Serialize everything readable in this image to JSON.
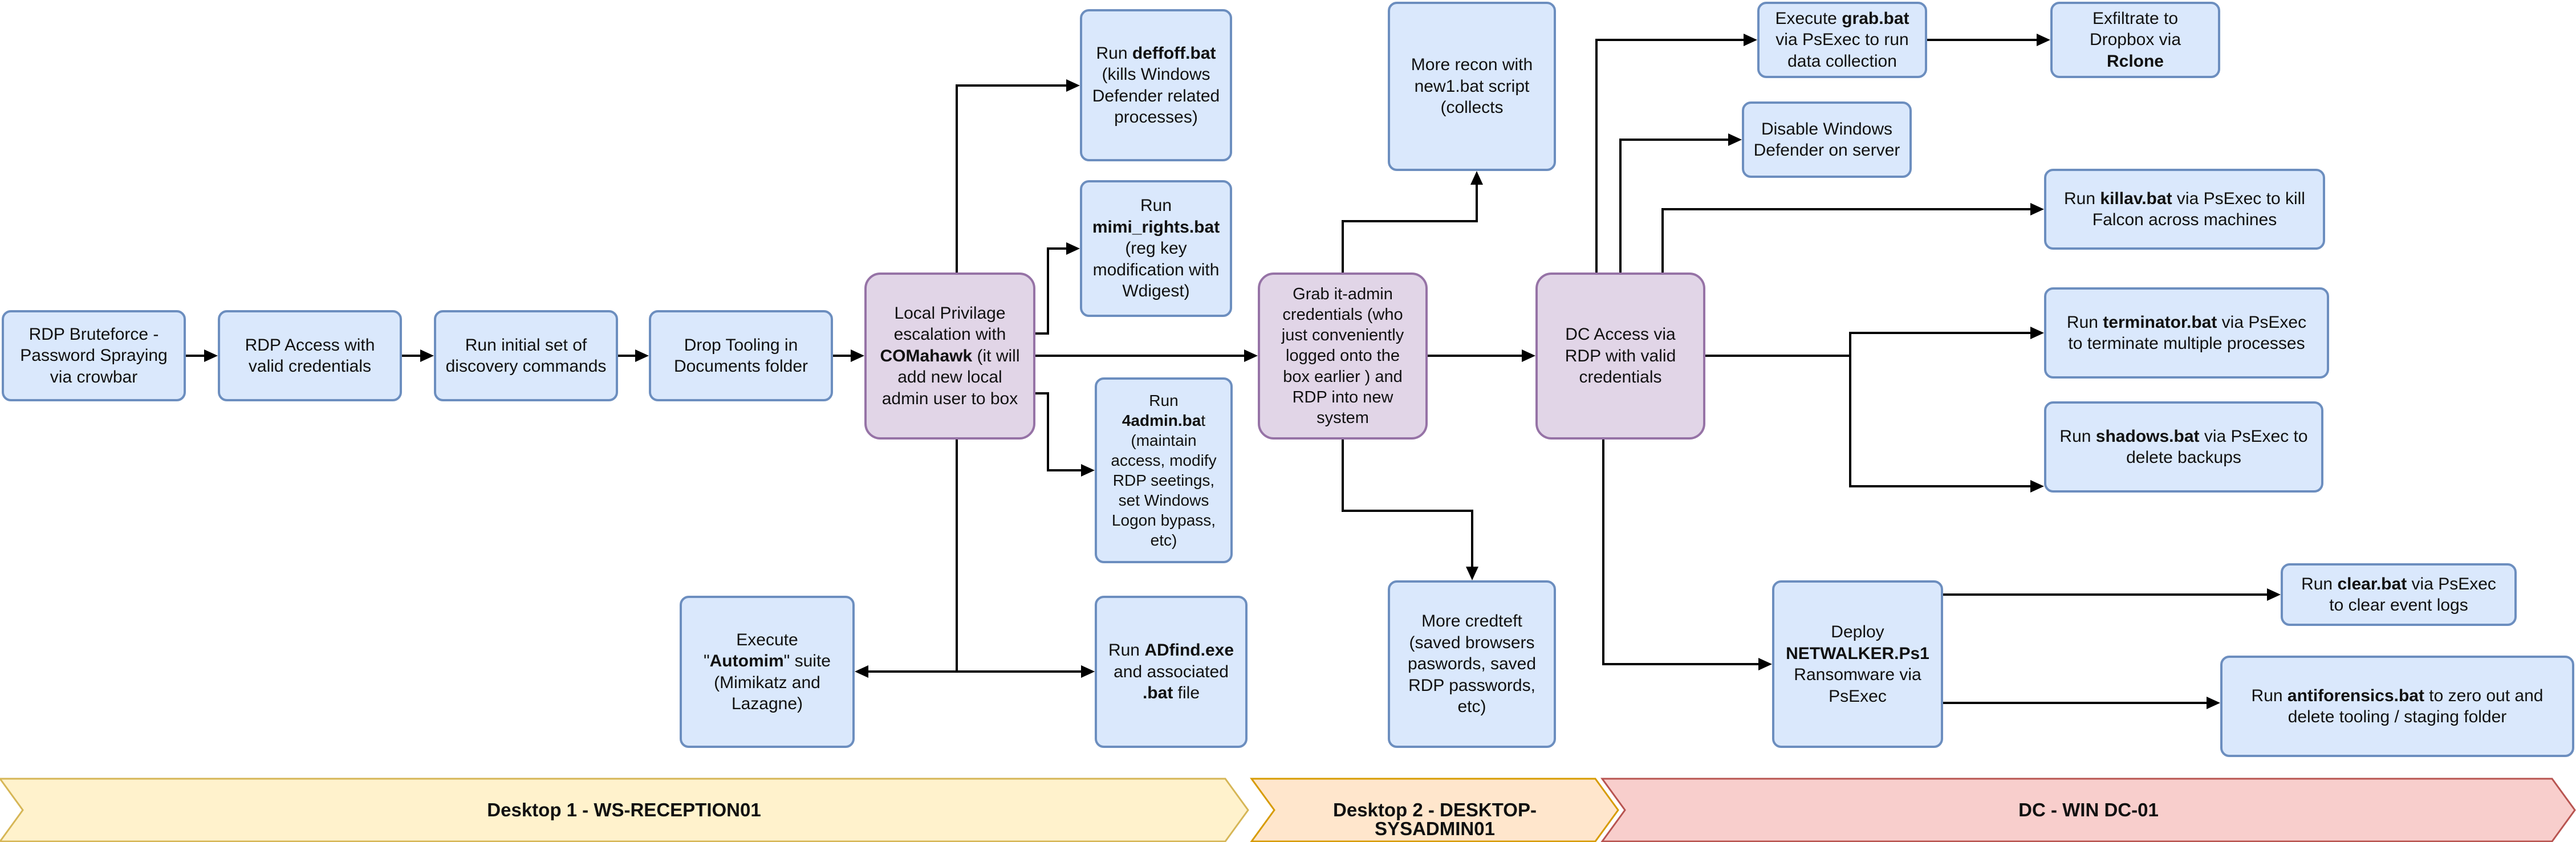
{
  "colors": {
    "process_fill": "#dae8fc",
    "process_stroke": "#6c8ebf",
    "pivot_fill": "#e1d5e7",
    "pivot_stroke": "#9673a6",
    "stage1_fill": "#fff2cc",
    "stage1_stroke": "#d6b656",
    "stage2_fill": "#ffe6cc",
    "stage2_stroke": "#d79b00",
    "stage3_fill": "#f8cecc",
    "stage3_stroke": "#b85450",
    "arrow": "#000000"
  },
  "stages": [
    {
      "id": "desktop1",
      "label": "Desktop 1 - WS-RECEPTION01"
    },
    {
      "id": "desktop2",
      "label": "Desktop 2 - DESKTOP-SYSADMIN01"
    },
    {
      "id": "dc",
      "label": "DC - WIN DC-01"
    }
  ],
  "nodes": [
    {
      "id": "bruteforce",
      "style": "process",
      "lines": [
        [
          {
            "t": "RDP Bruteforce -"
          }
        ],
        [
          {
            "t": "Password Spraying"
          }
        ],
        [
          {
            "t": "via crowbar"
          }
        ]
      ]
    },
    {
      "id": "rdp-access",
      "style": "process",
      "lines": [
        [
          {
            "t": "RDP Access with"
          }
        ],
        [
          {
            "t": "valid credentials"
          }
        ]
      ]
    },
    {
      "id": "discovery",
      "style": "process",
      "lines": [
        [
          {
            "t": "Run initial set of"
          }
        ],
        [
          {
            "t": "discovery commands"
          }
        ]
      ]
    },
    {
      "id": "drop-tooling",
      "style": "process",
      "lines": [
        [
          {
            "t": "Drop Tooling in"
          }
        ],
        [
          {
            "t": "Documents folder"
          }
        ]
      ]
    },
    {
      "id": "privesc",
      "style": "pivot",
      "lines": [
        [
          {
            "t": "Local Privilage"
          }
        ],
        [
          {
            "t": "escalation with"
          }
        ],
        [
          {
            "t": "COMahawk",
            "b": true
          },
          {
            "t": " (it will"
          }
        ],
        [
          {
            "t": "add new local"
          }
        ],
        [
          {
            "t": "admin user to box"
          }
        ]
      ]
    },
    {
      "id": "deffoff",
      "style": "process",
      "lines": [
        [
          {
            "t": "Run "
          },
          {
            "t": "deffoff.bat",
            "b": true
          }
        ],
        [
          {
            "t": "(kills Windows"
          }
        ],
        [
          {
            "t": "Defender related"
          }
        ],
        [
          {
            "t": "processes)"
          }
        ]
      ]
    },
    {
      "id": "mimi-rights",
      "style": "process",
      "lines": [
        [
          {
            "t": "Run"
          }
        ],
        [
          {
            "t": "mimi_rights.bat",
            "b": true
          }
        ],
        [
          {
            "t": "(reg key"
          }
        ],
        [
          {
            "t": "modification with"
          }
        ],
        [
          {
            "t": "Wdigest)"
          }
        ]
      ]
    },
    {
      "id": "4admin",
      "style": "process",
      "lines": [
        [
          {
            "t": "Run"
          }
        ],
        [
          {
            "t": "4admin.ba",
            "b": true
          },
          {
            "t": "t"
          }
        ],
        [
          {
            "t": "(maintain"
          }
        ],
        [
          {
            "t": "access, modify"
          }
        ],
        [
          {
            "t": "RDP seetings,"
          }
        ],
        [
          {
            "t": "set Windows"
          }
        ],
        [
          {
            "t": "Logon bypass,"
          }
        ],
        [
          {
            "t": "etc)"
          }
        ]
      ]
    },
    {
      "id": "adfind",
      "style": "process",
      "lines": [
        [
          {
            "t": "Run "
          },
          {
            "t": "ADfind.exe",
            "b": true
          }
        ],
        [
          {
            "t": "and associated"
          }
        ],
        [
          {
            "t": ".bat",
            "b": true
          },
          {
            "t": " file"
          }
        ]
      ]
    },
    {
      "id": "automim",
      "style": "process",
      "lines": [
        [
          {
            "t": "Execute"
          }
        ],
        [
          {
            "t": "\""
          },
          {
            "t": "Automim",
            "b": true
          },
          {
            "t": "\" suite"
          }
        ],
        [
          {
            "t": "(Mimikatz and"
          }
        ],
        [
          {
            "t": "Lazagne)"
          }
        ]
      ]
    },
    {
      "id": "grab-itadmin",
      "style": "pivot",
      "lines": [
        [
          {
            "t": "Grab it-admin"
          }
        ],
        [
          {
            "t": "credentials (who"
          }
        ],
        [
          {
            "t": "just conveniently"
          }
        ],
        [
          {
            "t": "logged onto the"
          }
        ],
        [
          {
            "t": "box earlier ) and"
          }
        ],
        [
          {
            "t": "RDP into new"
          }
        ],
        [
          {
            "t": "system"
          }
        ]
      ]
    },
    {
      "id": "more-recon",
      "style": "process",
      "lines": [
        [
          {
            "t": "More recon with"
          }
        ],
        [
          {
            "t": "new1.bat script"
          }
        ],
        [
          {
            "t": "(collects"
          }
        ]
      ]
    },
    {
      "id": "more-credtheft",
      "style": "process",
      "lines": [
        [
          {
            "t": "More credteft"
          }
        ],
        [
          {
            "t": "(saved browsers"
          }
        ],
        [
          {
            "t": "paswords, saved"
          }
        ],
        [
          {
            "t": "RDP passwords,"
          }
        ],
        [
          {
            "t": "etc)"
          }
        ]
      ]
    },
    {
      "id": "dc-access",
      "style": "pivot",
      "lines": [
        [
          {
            "t": "DC Access via"
          }
        ],
        [
          {
            "t": "RDP with valid"
          }
        ],
        [
          {
            "t": "credentials"
          }
        ]
      ]
    },
    {
      "id": "grab-bat",
      "style": "process",
      "lines": [
        [
          {
            "t": "Execute "
          },
          {
            "t": "grab.bat",
            "b": true
          }
        ],
        [
          {
            "t": "via PsExec to run"
          }
        ],
        [
          {
            "t": "data collection"
          }
        ]
      ]
    },
    {
      "id": "exfil",
      "style": "process",
      "lines": [
        [
          {
            "t": "Exfiltrate to"
          }
        ],
        [
          {
            "t": "Dropbox via"
          }
        ],
        [
          {
            "t": "Rclone",
            "b": true
          }
        ]
      ]
    },
    {
      "id": "disable-defender",
      "style": "process",
      "lines": [
        [
          {
            "t": "Disable Windows"
          }
        ],
        [
          {
            "t": "Defender on server"
          }
        ]
      ]
    },
    {
      "id": "killav",
      "style": "process",
      "lines": [
        [
          {
            "t": "Run "
          },
          {
            "t": "killav.bat",
            "b": true
          },
          {
            "t": " via PsExec to kill"
          }
        ],
        [
          {
            "t": "Falcon across machines"
          }
        ]
      ]
    },
    {
      "id": "terminator",
      "style": "process",
      "lines": [
        [
          {
            "t": "Run "
          },
          {
            "t": "terminator.bat",
            "b": true
          },
          {
            "t": " via PsExec"
          }
        ],
        [
          {
            "t": "to terminate multiple processes"
          }
        ]
      ]
    },
    {
      "id": "shadows",
      "style": "process",
      "lines": [
        [
          {
            "t": "Run "
          },
          {
            "t": "shadows.bat",
            "b": true
          },
          {
            "t": " via PsExec to"
          }
        ],
        [
          {
            "t": "delete backups"
          }
        ]
      ]
    },
    {
      "id": "netwalker",
      "style": "process",
      "lines": [
        [
          {
            "t": "Deploy"
          }
        ],
        [
          {
            "t": "NETWALKER.Ps1",
            "b": true
          }
        ],
        [
          {
            "t": "Ransomware via"
          }
        ],
        [
          {
            "t": "PsExec"
          }
        ]
      ]
    },
    {
      "id": "clear-bat",
      "style": "process",
      "lines": [
        [
          {
            "t": "Run "
          },
          {
            "t": "clear.bat",
            "b": true
          },
          {
            "t": " via PsExec"
          }
        ],
        [
          {
            "t": "to clear event logs"
          }
        ]
      ]
    },
    {
      "id": "antiforensics",
      "style": "process",
      "lines": [
        [
          {
            "t": "Run "
          },
          {
            "t": "antiforensics.bat",
            "b": true
          },
          {
            "t": " to zero out and"
          }
        ],
        [
          {
            "t": "delete tooling / staging folder"
          }
        ]
      ]
    }
  ],
  "edges": [
    {
      "from": "bruteforce",
      "to": "rdp-access"
    },
    {
      "from": "rdp-access",
      "to": "discovery"
    },
    {
      "from": "discovery",
      "to": "drop-tooling"
    },
    {
      "from": "drop-tooling",
      "to": "privesc"
    },
    {
      "from": "privesc",
      "to": "deffoff"
    },
    {
      "from": "privesc",
      "to": "mimi-rights"
    },
    {
      "from": "privesc",
      "to": "4admin"
    },
    {
      "from": "privesc",
      "to": "adfind"
    },
    {
      "from": "privesc",
      "to": "automim"
    },
    {
      "from": "privesc",
      "to": "grab-itadmin"
    },
    {
      "from": "grab-itadmin",
      "to": "more-recon"
    },
    {
      "from": "grab-itadmin",
      "to": "more-credtheft"
    },
    {
      "from": "grab-itadmin",
      "to": "dc-access"
    },
    {
      "from": "dc-access",
      "to": "grab-bat"
    },
    {
      "from": "grab-bat",
      "to": "exfil"
    },
    {
      "from": "dc-access",
      "to": "disable-defender"
    },
    {
      "from": "dc-access",
      "to": "killav"
    },
    {
      "from": "dc-access",
      "to": "terminator"
    },
    {
      "from": "dc-access",
      "to": "shadows"
    },
    {
      "from": "dc-access",
      "to": "netwalker"
    },
    {
      "from": "netwalker",
      "to": "clear-bat"
    },
    {
      "from": "netwalker",
      "to": "antiforensics"
    }
  ]
}
